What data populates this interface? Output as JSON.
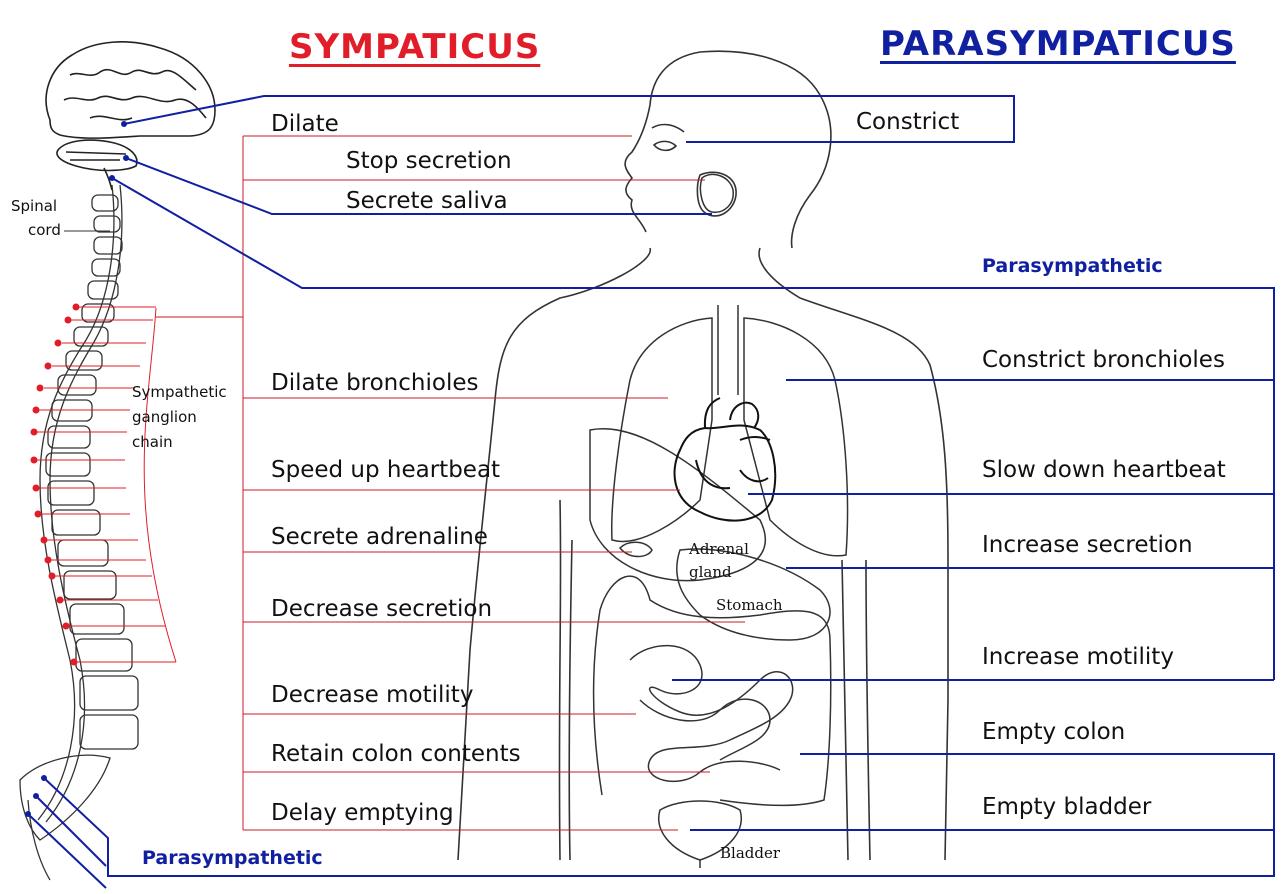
{
  "titles": {
    "sympathetic": "SYMPATICUS",
    "parasympathetic": "PARASYMPATICUS"
  },
  "colors": {
    "sympathetic": "#e11d2a",
    "parasympathetic": "#1020a0",
    "outline": "#333333"
  },
  "anatomy_labels": {
    "spinal_cord": [
      "Spinal",
      "cord"
    ],
    "ganglion_chain": [
      "Sympathetic",
      "ganglion",
      "chain"
    ],
    "adrenal_gland": [
      "Adrenal",
      "gland"
    ],
    "stomach": "Stomach",
    "bladder": "Bladder"
  },
  "sympathetic_effects": [
    "Dilate",
    "Stop secretion",
    "Secrete saliva",
    "Dilate bronchioles",
    "Speed up heartbeat",
    "Secrete adrenaline",
    "Decrease secretion",
    "Decrease motility",
    "Retain colon contents",
    "Delay emptying"
  ],
  "parasympathetic_effects": [
    "Constrict",
    "Constrict bronchioles",
    "Slow down heartbeat",
    "Increase secretion",
    "Increase motility",
    "Empty colon",
    "Empty bladder"
  ],
  "parasympathetic_labels": {
    "upper": "Parasympathetic",
    "lower": "Parasympathetic"
  }
}
